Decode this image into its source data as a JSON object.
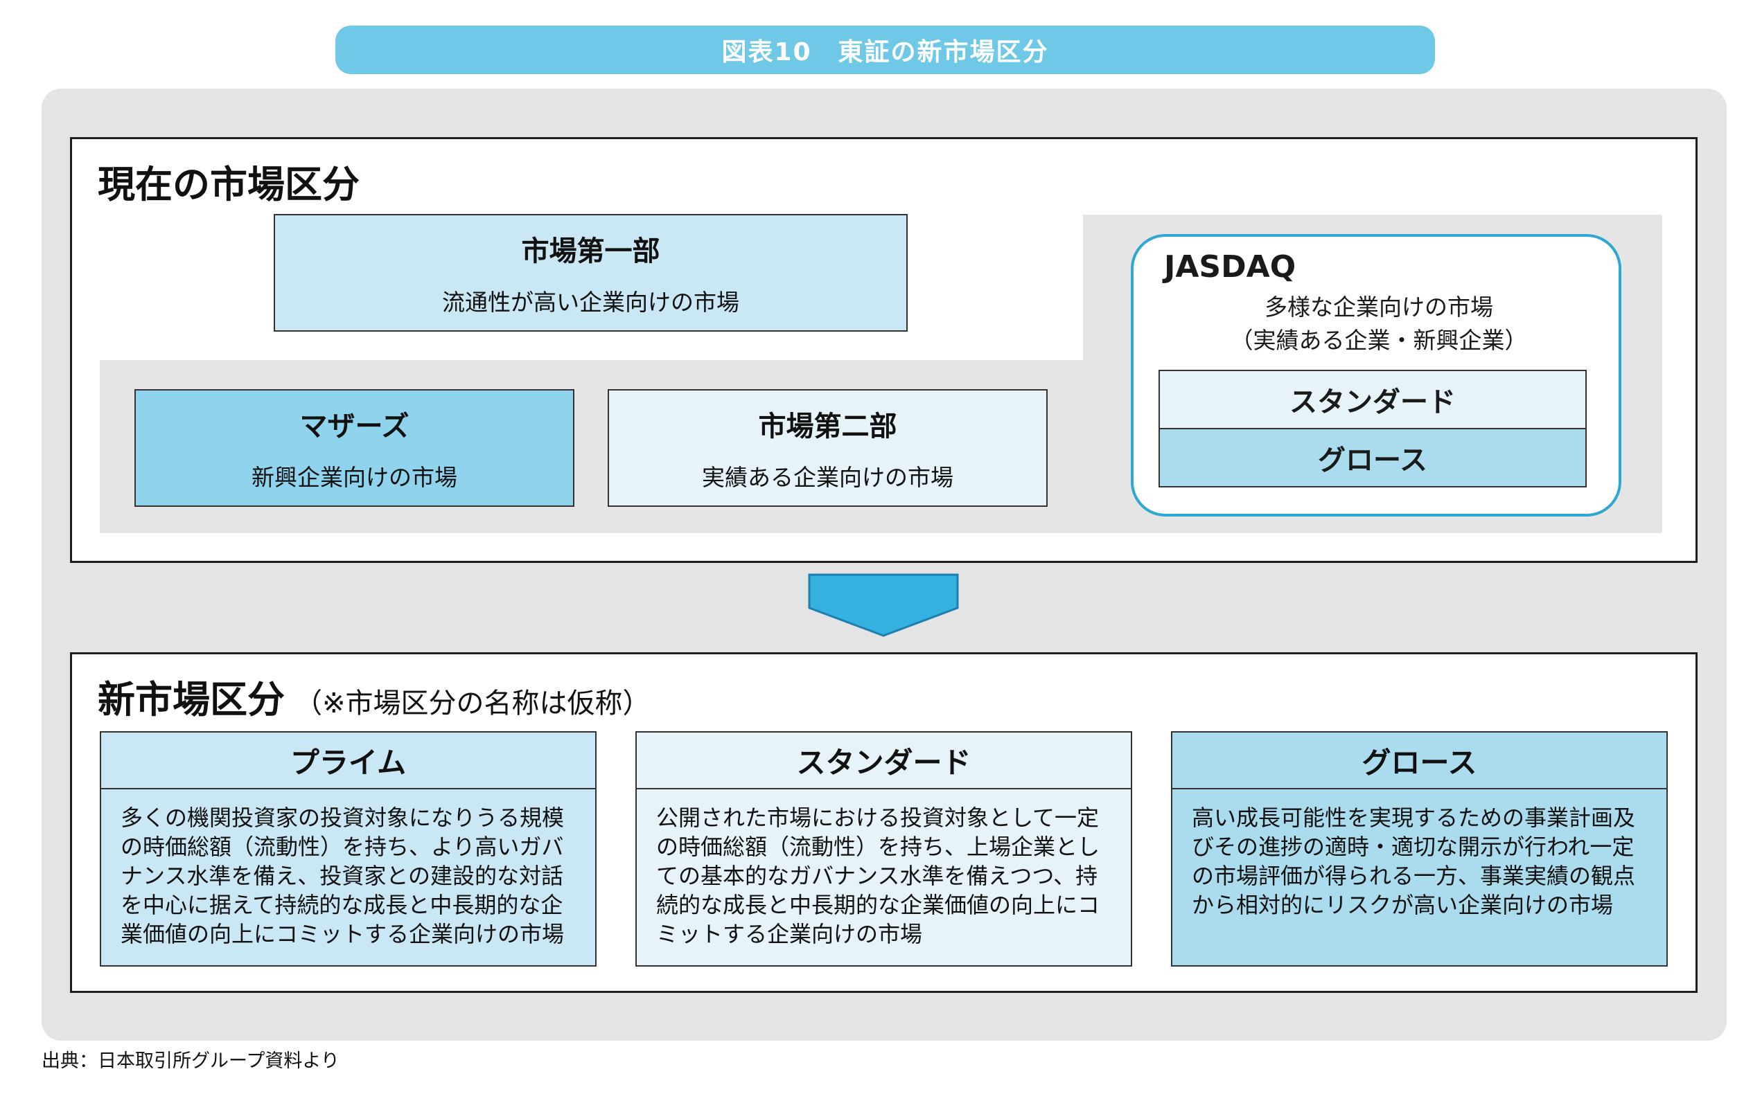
{
  "title": "図表10　東証の新市場区分",
  "current": {
    "heading": "現在の市場区分",
    "first": {
      "name": "市場第一部",
      "desc": "流通性が高い企業向けの市場"
    },
    "mothers": {
      "name": "マザーズ",
      "desc": "新興企業向けの市場"
    },
    "second": {
      "name": "市場第二部",
      "desc": "実績ある企業向けの市場"
    },
    "jasdaq": {
      "name": "JASDAQ",
      "desc1": "多様な企業向けの市場",
      "desc2": "（実績ある企業・新興企業）",
      "standard": "スタンダード",
      "growth": "グロース"
    }
  },
  "new": {
    "heading": "新市場区分",
    "note": "（※市場区分の名称は仮称）",
    "cards": [
      {
        "name": "プライム",
        "text": "多くの機関投資家の投資対象になりうる規模の時価総額（流動性）を持ち、より高いガバナンス水準を備え、投資家との建設的な対話を中心に据えて持続的な成長と中長期的な企業価値の向上にコミットする企業向けの市場"
      },
      {
        "name": "スタンダード",
        "text": "公開された市場における投資対象として一定の時価総額（流動性）を持ち、上場企業としての基本的なガバナンス水準を備えつつ、持続的な成長と中長期的な企業価値の向上にコミットする企業向けの市場"
      },
      {
        "name": "グロース",
        "text": "高い成長可能性を実現するための事業計画及びその進捗の適時・適切な開示が行われ一定の市場評価が得られる一方、事業実績の観点から相対的にリスクが高い企業向けの市場"
      }
    ]
  },
  "source": "出典：日本取引所グループ資料より",
  "colors": {
    "title_bar": "#6ec8e6",
    "jasdaq_border": "#2ea7d3",
    "arrow": "#35b1e0"
  }
}
